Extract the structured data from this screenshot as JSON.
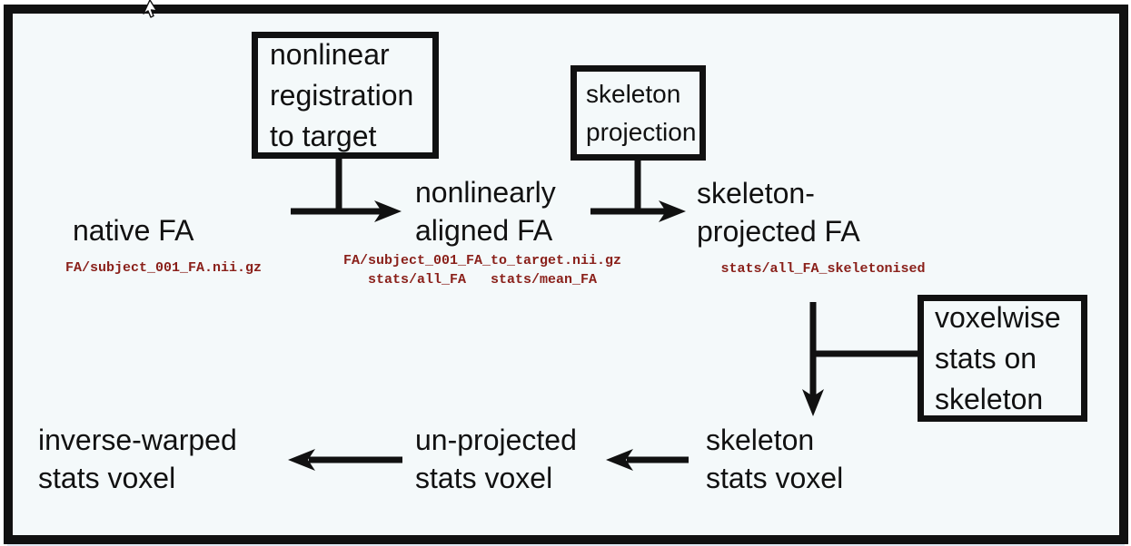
{
  "diagram": {
    "process_boxes": [
      {
        "name": "nonlinear-registration-to-target",
        "label": "nonlinear\nregistration\nto target"
      },
      {
        "name": "skeleton-projection",
        "label": "skeleton\nprojection"
      },
      {
        "name": "voxelwise-stats-on-skeleton",
        "label": "voxelwise\nstats on\nskeleton"
      }
    ],
    "stages": [
      {
        "name": "native-fa",
        "label": "native FA",
        "file": "FA/subject_001_FA.nii.gz"
      },
      {
        "name": "nonlinearly-aligned-fa",
        "label": "nonlinearly\naligned FA",
        "file": "FA/subject_001_FA_to_target.nii.gz\nstats/all_FA   stats/mean_FA"
      },
      {
        "name": "skeleton-projected-fa",
        "label": "skeleton-\nprojected FA",
        "file": "stats/all_FA_skeletonised"
      },
      {
        "name": "skeleton-stats-voxel",
        "label": "skeleton\nstats voxel"
      },
      {
        "name": "un-projected-stats-voxel",
        "label": "un-projected\nstats voxel"
      },
      {
        "name": "inverse-warped-stats-voxel",
        "label": "inverse-warped\nstats voxel"
      }
    ],
    "colors": {
      "background": "#f4f9fa",
      "line": "#111111",
      "file_text": "#8a201a"
    }
  }
}
